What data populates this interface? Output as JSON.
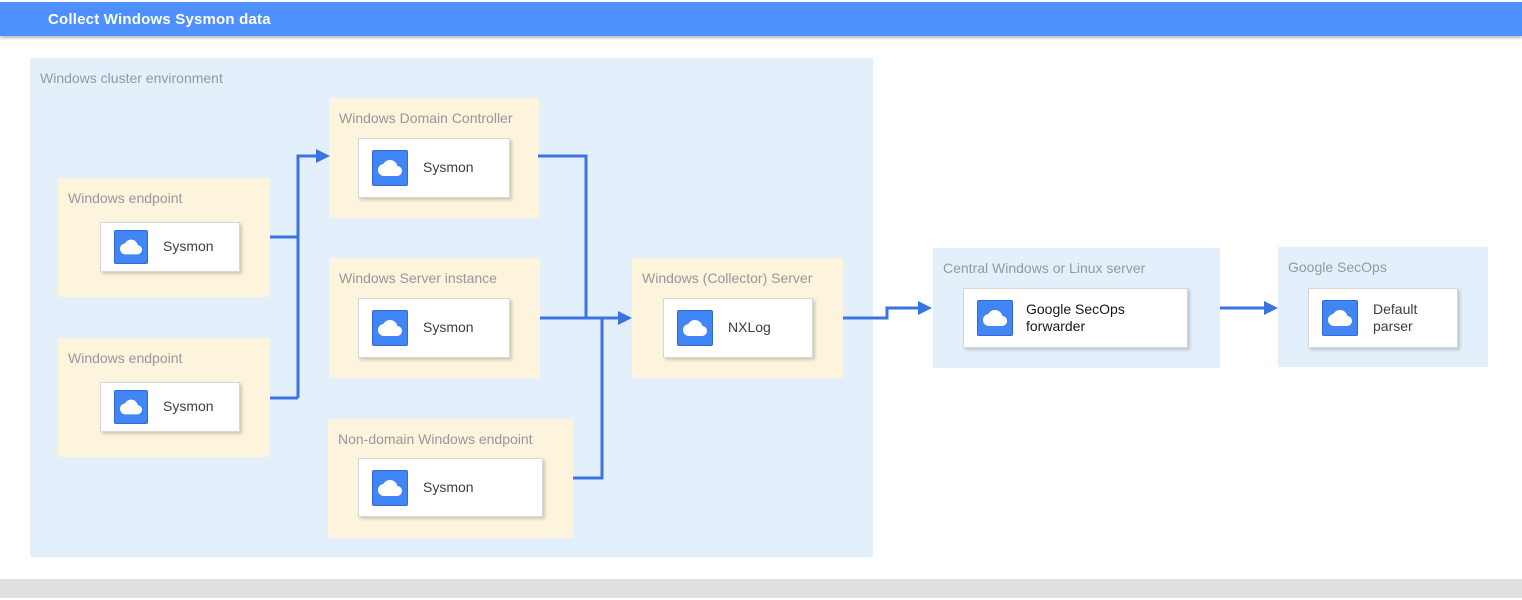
{
  "header": {
    "title": "Collect Windows Sysmon data"
  },
  "cluster": {
    "label": "Windows cluster environment"
  },
  "zones": [
    {
      "label": "Windows endpoint",
      "card": {
        "label": "Sysmon",
        "icon": "cloud-icon"
      }
    },
    {
      "label": "Windows endpoint",
      "card": {
        "label": "Sysmon",
        "icon": "cloud-icon"
      }
    },
    {
      "label": "Windows Domain Controller",
      "card": {
        "label": "Sysmon",
        "icon": "cloud-icon"
      }
    },
    {
      "label": "Windows Server instance",
      "card": {
        "label": "Sysmon",
        "icon": "cloud-icon"
      }
    },
    {
      "label": "Non-domain Windows endpoint",
      "card": {
        "label": "Sysmon",
        "icon": "cloud-icon"
      }
    },
    {
      "label": "Windows (Collector) Server",
      "card": {
        "label": "NXLog",
        "icon": "cloud-icon"
      }
    },
    {
      "label": "Central Windows or Linux server",
      "card": {
        "label": "Google SecOps forwarder",
        "icon": "cloud-icon"
      }
    },
    {
      "label": "Google SecOps",
      "card": {
        "label": "Default parser",
        "icon": "cloud-icon"
      }
    }
  ],
  "colors": {
    "header_bar": "#4D90FE",
    "container_blue": "#E3F0FC",
    "zone_yellow": "#FCF4DC",
    "arrow_blue": "#3B73E3",
    "icon_blue": "#4285F4",
    "zone_label_gray": "#95989C",
    "footer_gray": "#E0E0E0"
  }
}
